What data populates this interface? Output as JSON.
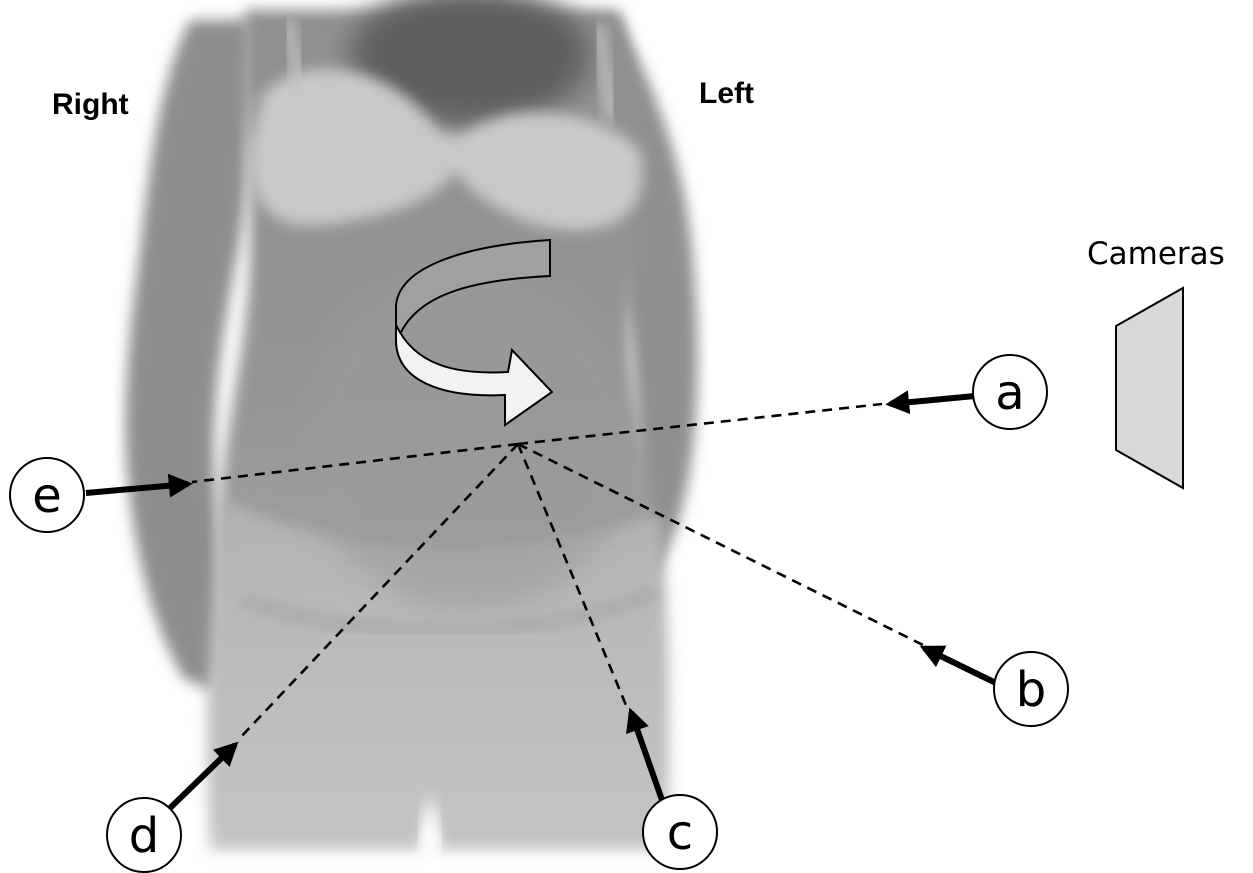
{
  "side_labels": {
    "right": "Right",
    "left": "Left"
  },
  "camera": {
    "label": "Cameras",
    "icon": "camera-panel-icon"
  },
  "markers": {
    "a": "a",
    "b": "b",
    "c": "c",
    "d": "d",
    "e": "e"
  },
  "rotation_icon": "curved-rotation-arrow-icon",
  "colors": {
    "ink": "#000000",
    "background": "#ffffff",
    "silhouette_dark": "#8a8a8a",
    "silhouette_light": "#bdbdbd",
    "camera_fill": "#d9d9d9",
    "rotation_arrow_fill": "#f2f2f2",
    "rotation_arrow_shade": "#a8a8a8"
  }
}
